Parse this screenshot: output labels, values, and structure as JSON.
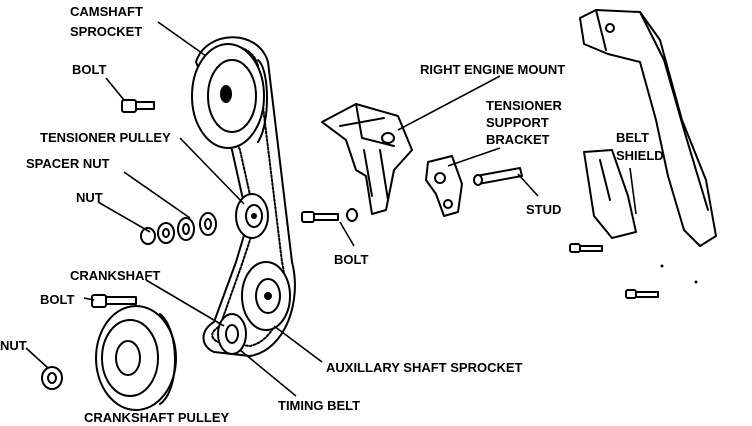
{
  "labels": {
    "camshaft_sprocket_l1": "CAMSHAFT",
    "camshaft_sprocket_l2": "SPROCKET",
    "bolt_top": "BOLT",
    "tensioner_pulley": "TENSIONER PULLEY",
    "spacer_nut": "SPACER NUT",
    "nut_left": "NUT",
    "crankshaft": "CRANKSHAFT",
    "bolt_crank": "BOLT",
    "nut_bottom": "NUT",
    "crankshaft_pulley": "CRANKSHAFT  PULLEY",
    "timing_belt": "TIMING BELT",
    "auxiliary_shaft_sprocket": "AUXILLARY SHAFT SPROCKET",
    "bolt_mid": "BOLT",
    "right_engine_mount": "RIGHT ENGINE MOUNT",
    "tensioner_support_bracket_l1": "TENSIONER",
    "tensioner_support_bracket_l2": "SUPPORT",
    "tensioner_support_bracket_l3": "BRACKET",
    "stud": "STUD",
    "belt_shield_l1": "BELT",
    "belt_shield_l2": "SHIELD"
  }
}
